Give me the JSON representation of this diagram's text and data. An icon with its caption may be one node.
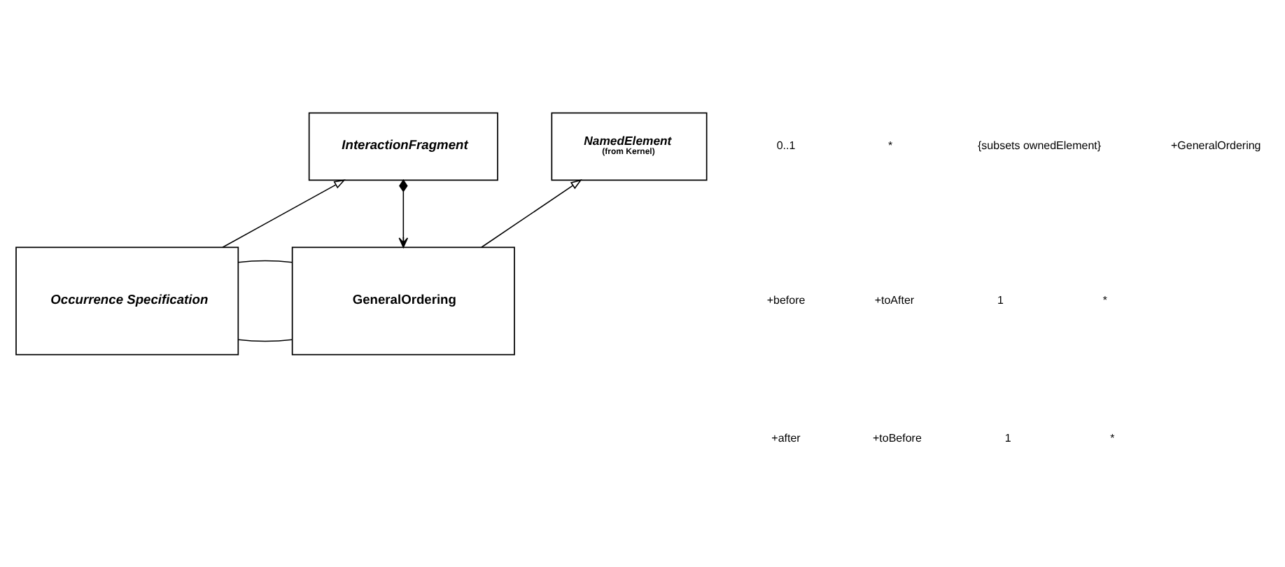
{
  "diagram": {
    "nodes": [
      {
        "text": [
          "InteractionFragment"
        ]
      },
      {
        "text": [
          "NamedElement",
          "(from Kernel)"
        ]
      },
      {
        "text": [
          "Occurrence Specification"
        ]
      },
      {
        "text": [
          "GeneralOrdering"
        ]
      }
    ],
    "edges": [
      {
        "from": 2,
        "to": 0,
        "arrow": "to"
      },
      {
        "from": 3,
        "to": 1,
        "arrow": "to"
      },
      {
        "from": 0,
        "to": 3,
        "arrow": "to"
      },
      {
        "from": 2,
        "to": 3,
        "arrow": "none"
      },
      {
        "from": 2,
        "to": 3,
        "arrow": "none"
      }
    ],
    "labels": [
      "0..1",
      "*",
      "{subsets ownedElement}",
      "+GeneralOrdering",
      "+before",
      "+toAfter",
      "1",
      "*",
      "+after",
      "+toBefore",
      "1",
      "*"
    ]
  }
}
